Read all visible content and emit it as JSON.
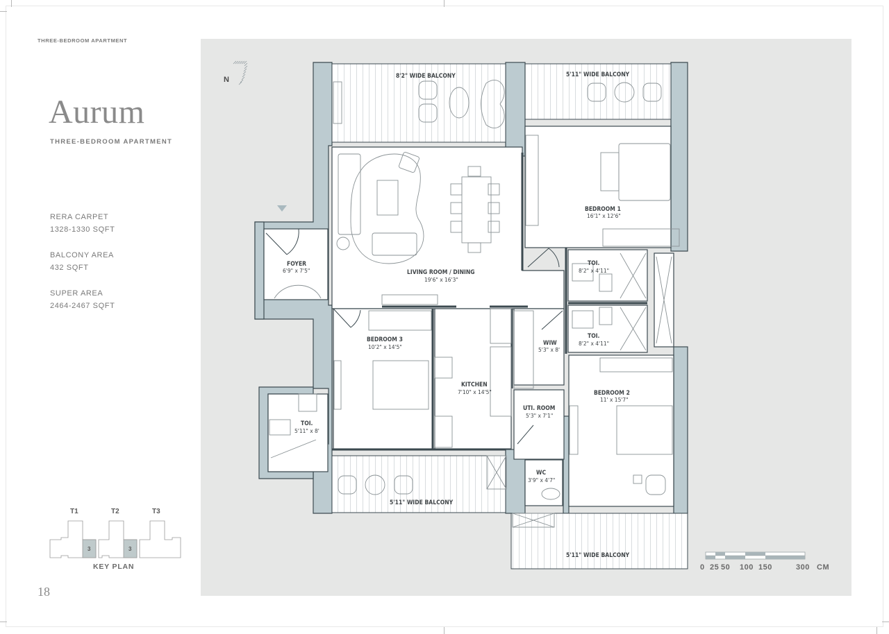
{
  "header": {
    "section_label": "THREE-BEDROOM APARTMENT",
    "title": "Aurum",
    "subtitle": "THREE-BEDROOM APARTMENT"
  },
  "stats": [
    {
      "label": "RERA CARPET",
      "value": "1328-1330 SQFT"
    },
    {
      "label": "BALCONY AREA",
      "value": "432 SQFT"
    },
    {
      "label": "SUPER AREA",
      "value": "2464-2467 SQFT"
    }
  ],
  "key_plan": {
    "label": "KEY PLAN",
    "towers": [
      "T1",
      "T2",
      "T3"
    ],
    "highlighted_unit": "3"
  },
  "page_number": "18",
  "compass": {
    "label": "N"
  },
  "rooms": {
    "balcony_top_left": {
      "name": "8'2\" WIDE BALCONY"
    },
    "balcony_top_right": {
      "name": "5'11\" WIDE BALCONY"
    },
    "living_dining": {
      "name": "LIVING ROOM / DINING",
      "dim": "19'6\" x 16'3\""
    },
    "foyer": {
      "name": "FOYER",
      "dim": "6'9\" x 7'5\""
    },
    "bedroom1": {
      "name": "BEDROOM 1",
      "dim": "16'1\" x 12'6\""
    },
    "toilet_upper": {
      "name": "TOI.",
      "dim": "8'2\" x 4'11\""
    },
    "toilet_lower": {
      "name": "TOI.",
      "dim": "8'2\" x 4'11\""
    },
    "bedroom3": {
      "name": "BEDROOM 3",
      "dim": "10'2\" x 14'5\""
    },
    "kitchen": {
      "name": "KITCHEN",
      "dim": "7'10\" x 14'5\""
    },
    "wiw": {
      "name": "WIW",
      "dim": "5'3\" x 8'"
    },
    "bedroom2": {
      "name": "BEDROOM 2",
      "dim": "11' x 15'7\""
    },
    "utility": {
      "name": "UTI. ROOM",
      "dim": "5'3\" x 7'1\""
    },
    "toilet_left": {
      "name": "TOI.",
      "dim": "5'11\" x 8'"
    },
    "wc": {
      "name": "WC",
      "dim": "3'9\" x 4'7\""
    },
    "balcony_bottom_left": {
      "name": "5'11\" WIDE BALCONY"
    },
    "balcony_bottom_right": {
      "name": "5'11\" WIDE BALCONY"
    }
  },
  "scale_bar": {
    "ticks": [
      "0",
      "25",
      "50",
      "100",
      "150",
      "300"
    ],
    "unit": "CM"
  },
  "colors": {
    "wall": "#bccbd0",
    "wall_stroke": "#3c4a50",
    "panel_bg": "#e6e7e6",
    "floor": "#ffffff",
    "key_highlight": "#bfcacb"
  }
}
